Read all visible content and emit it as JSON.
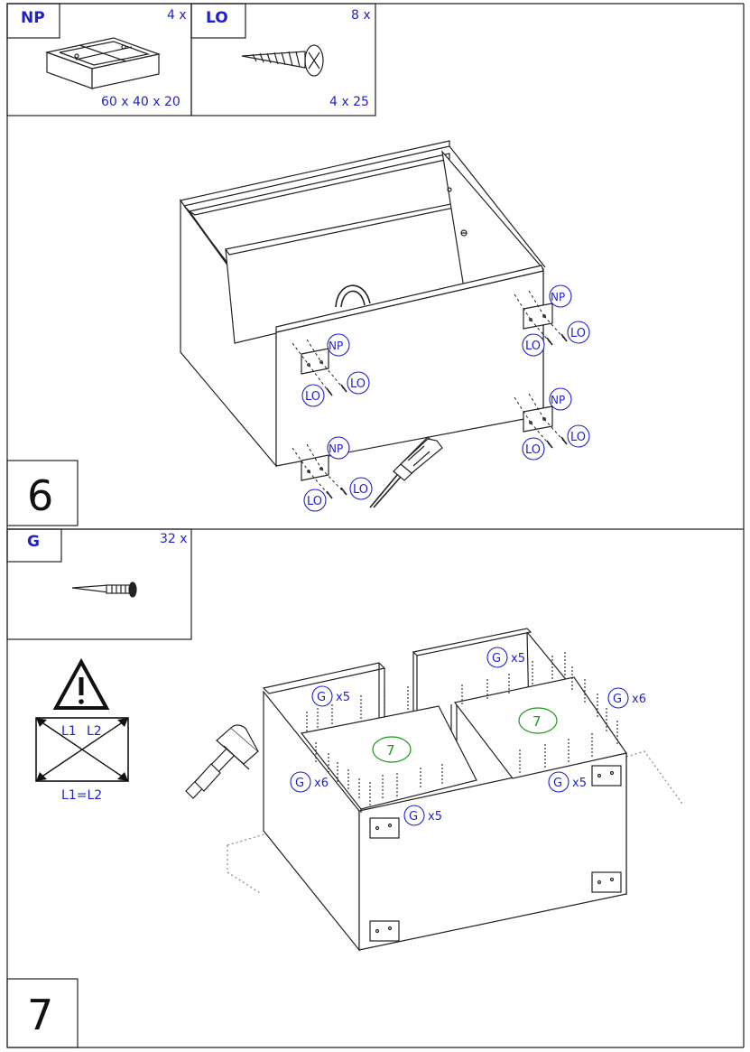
{
  "step6": {
    "number": "6",
    "parts": [
      {
        "code": "NP",
        "qty": "4 x",
        "size": "60 x 40 x 20",
        "icon": "wooden-block-icon"
      },
      {
        "code": "LO",
        "qty": "8 x",
        "size": "4 x 25",
        "icon": "screw-icon"
      }
    ],
    "labels": {
      "np": "NP",
      "lo": "LO"
    },
    "tool": "screwdriver-icon"
  },
  "step7": {
    "number": "7",
    "parts": [
      {
        "code": "G",
        "qty": "32 x",
        "icon": "nail-icon"
      }
    ],
    "warning": {
      "l1": "L1",
      "l2": "L2",
      "equation": "L1=L2",
      "icon": "warning-triangle-icon"
    },
    "panel_label": "7",
    "nail_callouts": {
      "g": "G",
      "x5": "x5",
      "x6": "x6"
    },
    "tool": "hammer-icon"
  },
  "colors": {
    "label_blue": "#1f1fcc",
    "panel_green": "#1a9a1a",
    "line": "#222222"
  }
}
